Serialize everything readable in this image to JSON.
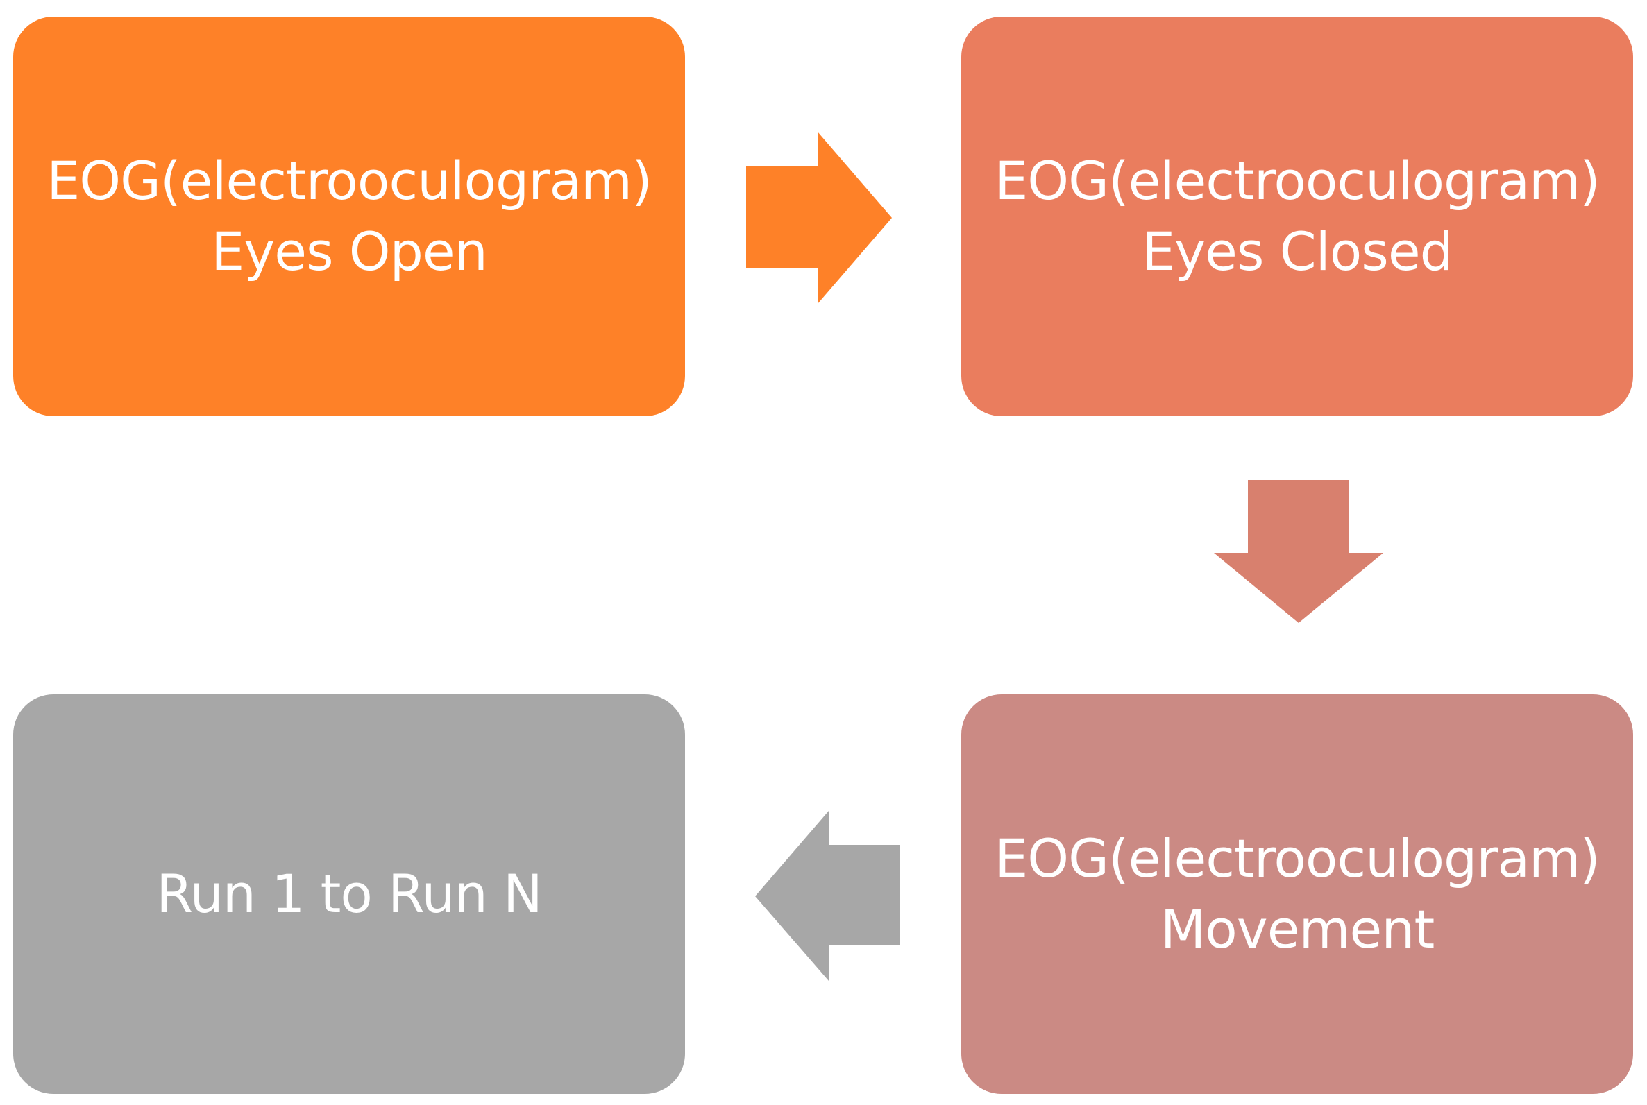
{
  "steps": [
    {
      "line1": "EOG(electrooculogram)",
      "line2": "Eyes Open",
      "color": "#fe8128"
    },
    {
      "line1": "EOG(electrooculogram)",
      "line2": "Eyes Closed",
      "color": "#ea7d5e"
    },
    {
      "line1": "EOG(electrooculogram)",
      "line2": "Movement",
      "color": "#cb8a84"
    },
    {
      "line1": "Run 1 to Run N",
      "line2": "",
      "color": "#a7a7a7"
    }
  ],
  "arrows": [
    {
      "from": "Eyes Open",
      "to": "Eyes Closed",
      "direction": "right",
      "color": "#fe8128"
    },
    {
      "from": "Eyes Closed",
      "to": "Movement",
      "direction": "down",
      "color": "#d8806e"
    },
    {
      "from": "Movement",
      "to": "Run 1 to Run N",
      "direction": "left",
      "color": "#a7a7a7"
    }
  ]
}
